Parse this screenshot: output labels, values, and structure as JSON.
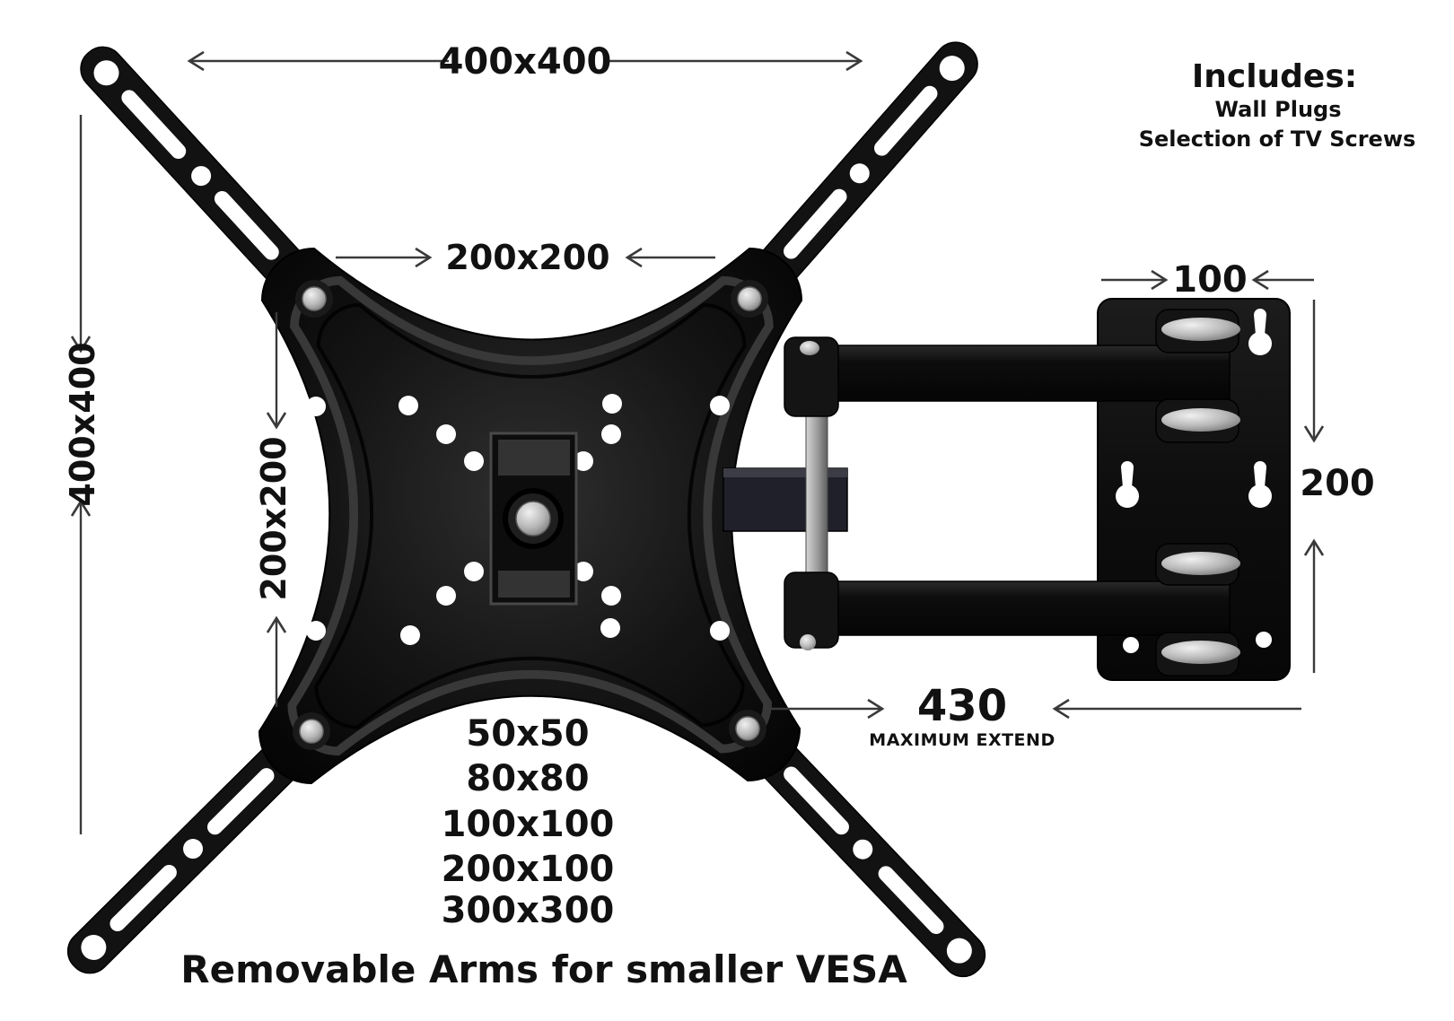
{
  "diagram": {
    "product": "tv-wall-mount-bracket",
    "includes": {
      "title": "Includes:",
      "items": [
        "Wall Plugs",
        "Selection of TV Screws"
      ]
    },
    "dimensions": {
      "tv_plate_width": "400x400",
      "tv_plate_inner_width": "200x200",
      "tv_plate_height": "400x400",
      "tv_plate_inner_height": "200x200",
      "wall_plate_width": "100",
      "wall_plate_height": "200",
      "max_extend_value": "430",
      "max_extend_caption": "MAXIMUM EXTEND"
    },
    "vesa_compatibility": [
      "50x50",
      "80x80",
      "100x100",
      "200x100",
      "300x300"
    ],
    "footer_note": "Removable Arms for smaller VESA",
    "colors": {
      "background": "#ffffff",
      "metal_black": "#0f0f0f",
      "bolt_silver": "#c9c9c9",
      "annotation_text": "#111111",
      "arrow_line": "#3a3a3a"
    }
  }
}
